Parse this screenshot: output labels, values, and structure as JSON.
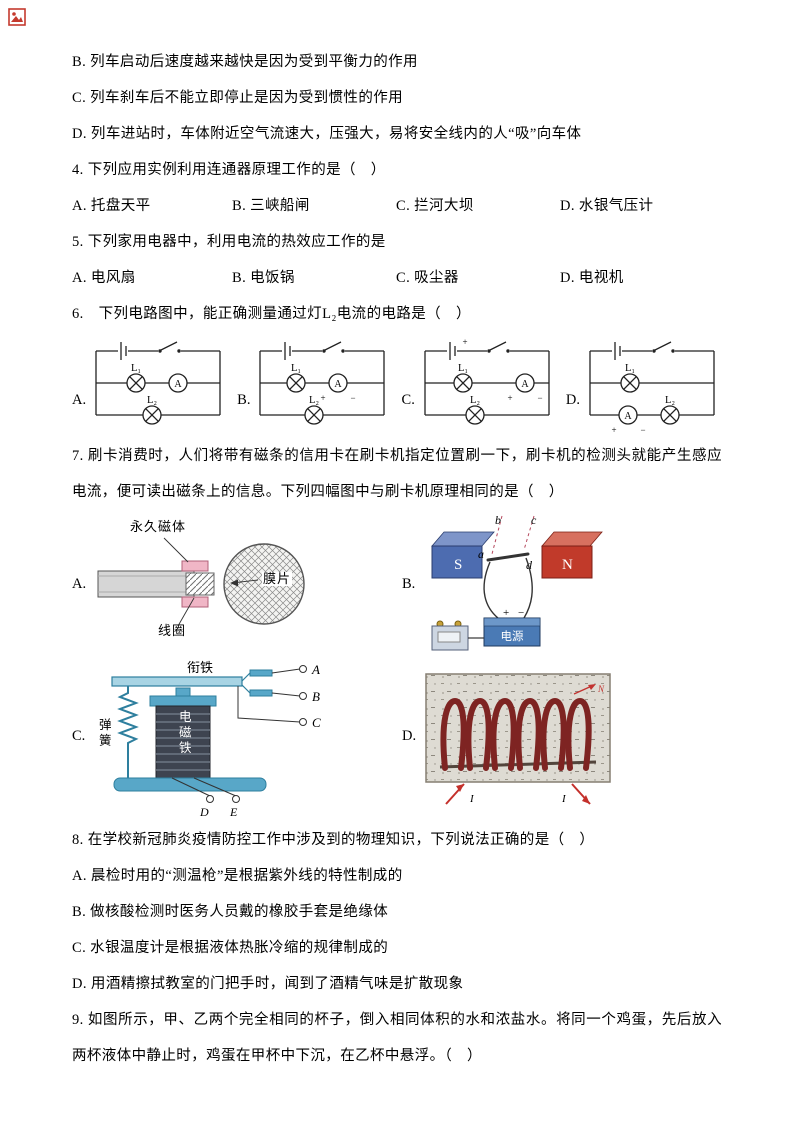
{
  "q3_tail": [
    "B. 列车启动后速度越来越快是因为受到平衡力的作用",
    "C. 列车刹车后不能立即停止是因为受到惯性的作用",
    "D. 列车进站时，车体附近空气流速大，压强大，易将安全线内的人“吸”向车体"
  ],
  "q4": {
    "stem": "4. 下列应用实例利用连通器原理工作的是（　）",
    "options": [
      "A. 托盘天平",
      "B. 三峡船闸",
      "C. 拦河大坝",
      "D. 水银气压计"
    ]
  },
  "q5": {
    "stem": "5. 下列家用电器中，利用电流的热效应工作的是",
    "options": [
      "A. 电风扇",
      "B. 电饭锅",
      "C. 吸尘器",
      "D. 电视机"
    ]
  },
  "q6": {
    "stem": "6.　下列电路图中，能正确测量通过灯L₂电流的电路是（　）",
    "diagrams": [
      {
        "option": "A.",
        "l1": "L₁",
        "l2": "L₂",
        "ammeter": "A",
        "plus": "+",
        "minus": "−"
      },
      {
        "option": "B.",
        "l1": "L₁",
        "l2": "L₂",
        "ammeter": "A",
        "plus": "+",
        "minus": "−"
      },
      {
        "option": "C.",
        "l1": "L₁",
        "l2": "L₂",
        "ammeter": "A",
        "plus": "+",
        "minus": "−"
      },
      {
        "option": "D.",
        "l1": "L₁",
        "l2": "L₂",
        "ammeter": "A",
        "plus": "+",
        "minus": "−"
      }
    ]
  },
  "q7": {
    "stem": "7. 刷卡消费时，人们将带有磁条的信用卡在刷卡机指定位置刷一下，刷卡机的检测头就能产生感应电流，便可读出磁条上的信息。下列四幅图中与刷卡机原理相同的是（　）",
    "figA": {
      "option": "A.",
      "label_magnet": "永久磁体",
      "label_diaphragm": "膜片",
      "label_coil": "线圈"
    },
    "figB": {
      "option": "B.",
      "s": "S",
      "n": "N",
      "a": "a",
      "b": "b",
      "c": "c",
      "d": "d",
      "plus": "+",
      "minus": "−",
      "source": "电源"
    },
    "figC": {
      "option": "C.",
      "armature": "衔铁",
      "spring": "弹簧",
      "electromagnet": "电磁铁",
      "terminals": [
        "A",
        "B",
        "C",
        "D",
        "E"
      ]
    },
    "figD": {
      "option": "D.",
      "current": "I",
      "north": "N"
    }
  },
  "q8": {
    "stem": "8. 在学校新冠肺炎疫情防控工作中涉及到的物理知识，下列说法正确的是（　）",
    "options": [
      "A. 晨检时用的“测温枪”是根据紫外线的特性制成的",
      "B. 做核酸检测时医务人员戴的橡胶手套是绝缘体",
      "C. 水银温度计是根据液体热胀冷缩的规律制成的",
      "D. 用酒精擦拭教室的门把手时，闻到了酒精气味是扩散现象"
    ]
  },
  "q9": {
    "stem": "9. 如图所示，甲、乙两个完全相同的杯子，倒入相同体积的水和浓盐水。将同一个鸡蛋，先后放入两杯液体中静止时，鸡蛋在甲杯中下沉，在乙杯中悬浮。（　）"
  }
}
